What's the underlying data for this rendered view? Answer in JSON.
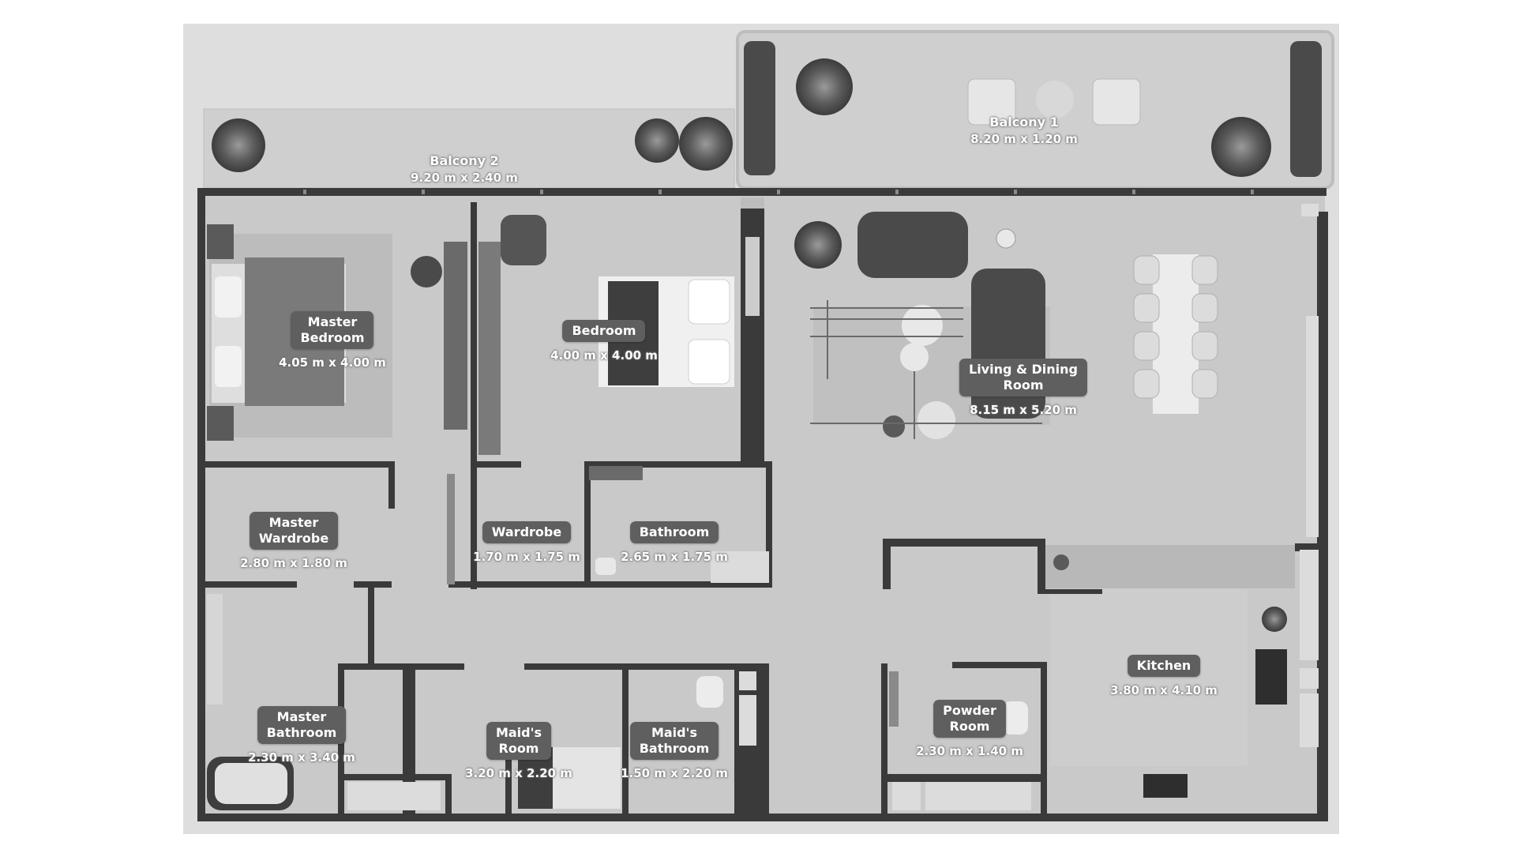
{
  "colors": {
    "page_bg": "#ffffff",
    "outer_frame": "#dedede",
    "floor": "#c9c9c9",
    "balcony_floor": "#cfcfcf",
    "wall": "#3a3a3a",
    "label_pill": "#5f5f5f",
    "label_text": "#ffffff"
  },
  "rooms": [
    {
      "id": "balcony-1",
      "name": "Balcony 1",
      "dims": "8.20 m x 1.20 m"
    },
    {
      "id": "balcony-2",
      "name": "Balcony 2",
      "dims": "9.20 m x 2.40 m"
    },
    {
      "id": "master-bedroom",
      "name": "Master\nBedroom",
      "dims": "4.05 m x 4.00 m"
    },
    {
      "id": "bedroom",
      "name": "Bedroom",
      "dims": "4.00 m x 4.00 m"
    },
    {
      "id": "living-dining-room",
      "name": "Living & Dining\nRoom",
      "dims": "8.15 m x 5.20 m"
    },
    {
      "id": "master-wardrobe",
      "name": "Master\nWardrobe",
      "dims": "2.80 m x 1.80 m"
    },
    {
      "id": "wardrobe",
      "name": "Wardrobe",
      "dims": "1.70 m x 1.75 m"
    },
    {
      "id": "bathroom",
      "name": "Bathroom",
      "dims": "2.65 m x 1.75 m"
    },
    {
      "id": "kitchen",
      "name": "Kitchen",
      "dims": "3.80 m x 4.10 m"
    },
    {
      "id": "powder-room",
      "name": "Powder\nRoom",
      "dims": "2.30 m x 1.40 m"
    },
    {
      "id": "master-bathroom",
      "name": "Master\nBathroom",
      "dims": "2.30 m x 3.40 m"
    },
    {
      "id": "maids-room",
      "name": "Maid's\nRoom",
      "dims": "3.20 m x 2.20 m"
    },
    {
      "id": "maids-bathroom",
      "name": "Maid's\nBathroom",
      "dims": "1.50 m x 2.20 m"
    }
  ],
  "icons": [
    "plant-icon",
    "armchair-icon",
    "sofa-icon",
    "bed-icon",
    "dining-table-icon",
    "coffee-table-icon",
    "desk-icon",
    "bathtub-icon",
    "toilet-icon",
    "sink-icon",
    "cooktop-icon",
    "rug-icon"
  ]
}
